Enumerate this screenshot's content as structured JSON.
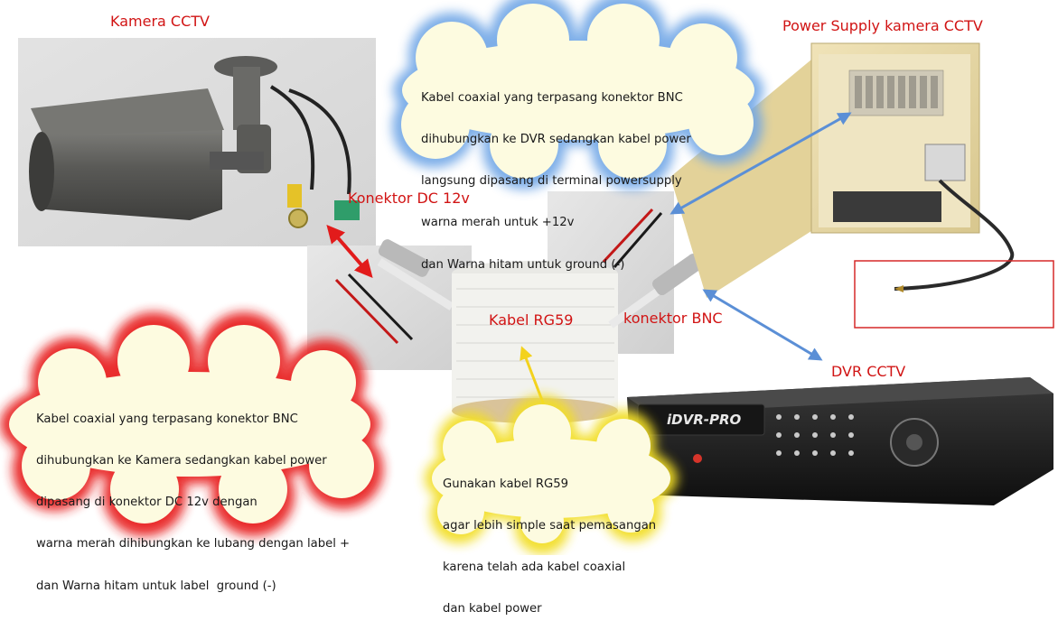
{
  "labels": {
    "camera": "Kamera CCTV",
    "power_supply": "Power Supply kamera CCTV",
    "dc_connector": "Konektor DC 12v",
    "cable": "Kabel RG59",
    "bnc_connector": "konektor BNC",
    "dvr": "DVR CCTV",
    "dvr_brand": "iDVR-PRO"
  },
  "notes": {
    "top_cloud": [
      "Kabel coaxial yang terpasang konektor BNC",
      "dihubungkan ke DVR sedangkan kabel power",
      "langsung dipasang di terminal powersupply",
      "warna merah untuk +12v",
      "dan Warna hitam untuk ground (-)"
    ],
    "left_cloud": [
      "Kabel coaxial yang terpasang konektor BNC",
      "dihubungkan ke Kamera sedangkan kabel power",
      "dipasang di konektor DC 12v dengan",
      "warna merah dihibungkan ke lubang dengan label +",
      "dan Warna hitam untuk label  ground (-)"
    ],
    "bottom_cloud": [
      "Gunakan kabel RG59",
      "agar lebih simple saat pemasangan",
      "karena telah ada kabel coaxial",
      "dan kabel power"
    ]
  },
  "colors": {
    "label_red": "#d11414",
    "cloud_blue_fill": "#fdfbe0",
    "cloud_blue_glow": "#6fa6e6",
    "cloud_red_fill": "#fdfbe0",
    "cloud_red_glow": "#e82424",
    "cloud_yellow_fill": "#fdfbe0",
    "cloud_yellow_glow": "#f2de28",
    "arrow_red": "#e21b1b",
    "arrow_blue": "#5b8fd6",
    "arrow_yellow": "#f3d21d",
    "highlight_box": "#d62828"
  }
}
